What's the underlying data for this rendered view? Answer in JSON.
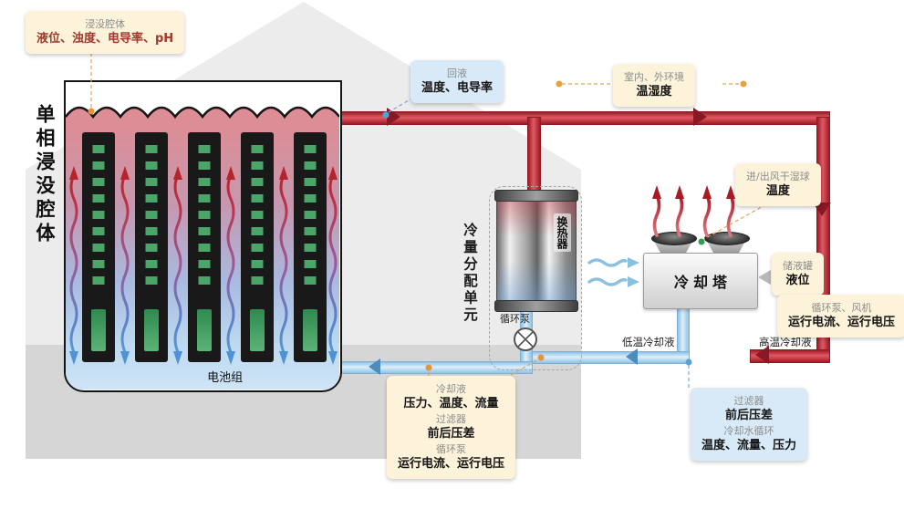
{
  "scene": {
    "immersion_box": {
      "title": "浸没腔体",
      "value": "液位、浊度、电导率、pH"
    },
    "tank_label": "单相浸没腔体",
    "battery_label": "电池组",
    "return_box": {
      "title": "回液",
      "value": "温度、电导率"
    },
    "ambient_box": {
      "title": "室内、外环境",
      "value": "温湿度"
    },
    "cdu_label": "冷量分配单元",
    "hx_label": "换热器",
    "pump_label": "循环泵",
    "tower_label": "冷却塔",
    "airbulb_box": {
      "title": "进/出风干湿球",
      "value": "温度"
    },
    "reservoir_box": {
      "title": "储液罐",
      "value": "液位"
    },
    "pumpfan_box": {
      "title": "循环泵、风机",
      "value": "运行电流、运行电压"
    },
    "low_temp_label": "低温冷却液",
    "high_temp_label": "高温冷却液",
    "coolant_box": {
      "rows": [
        {
          "title": "冷却液",
          "value": "压力、温度、流量"
        },
        {
          "title": "过滤器",
          "value": "前后压差"
        },
        {
          "title": "循环泵",
          "value": "运行电流、运行电压"
        }
      ]
    },
    "water_box": {
      "rows": [
        {
          "title": "过滤器",
          "value": "前后压差"
        },
        {
          "title": "冷却水循环",
          "value": "温度、流量、压力"
        }
      ]
    }
  },
  "colors": {
    "hot_pipe": "#c0232e",
    "cold_pipe": "#a9d3ee",
    "cream_box": "#fcf3da",
    "blue_box": "#d8eaf7",
    "alert_text": "#a03a2c",
    "sensor_dot_orange": "#e8923a",
    "sensor_dot_blue": "#5aa0d8",
    "sensor_dot_green": "#2f9e4f"
  }
}
